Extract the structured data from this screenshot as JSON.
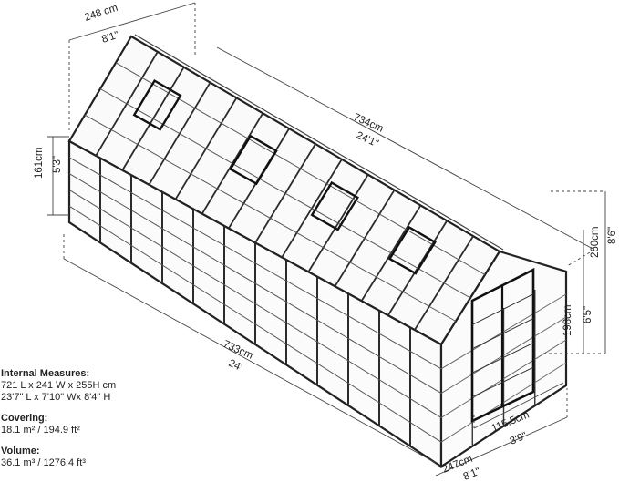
{
  "dimensions": {
    "roof_width_cm": "248 cm",
    "roof_width_ft": "8'1\"",
    "roof_length_cm": "734cm",
    "roof_length_ft": "24'1\"",
    "eave_height_cm": "161cm",
    "eave_height_ft": "5'3\"",
    "base_length_cm": "733cm",
    "base_length_ft": "24'",
    "ridge_height_cm": "260cm",
    "ridge_height_ft": "8'6\"",
    "door_height_cm": "198cm",
    "door_height_ft": "6'5\"",
    "door_width_cm": "115.5cm",
    "door_width_ft": "3'9\"",
    "base_width_cm": "247cm",
    "base_width_ft": "8'1\""
  },
  "specs": {
    "internal_title": "Internal Measures:",
    "internal_metric": "721 L x 241 W x 255H cm",
    "internal_imperial": "23'7\" L x 7'10\" Wx 8'4\" H",
    "covering_title": "Covering:",
    "covering_value": "18.1 m² / 194.9 ft²",
    "volume_title": "Volume:",
    "volume_value": "36.1 m³ / 1276.4 ft³"
  }
}
